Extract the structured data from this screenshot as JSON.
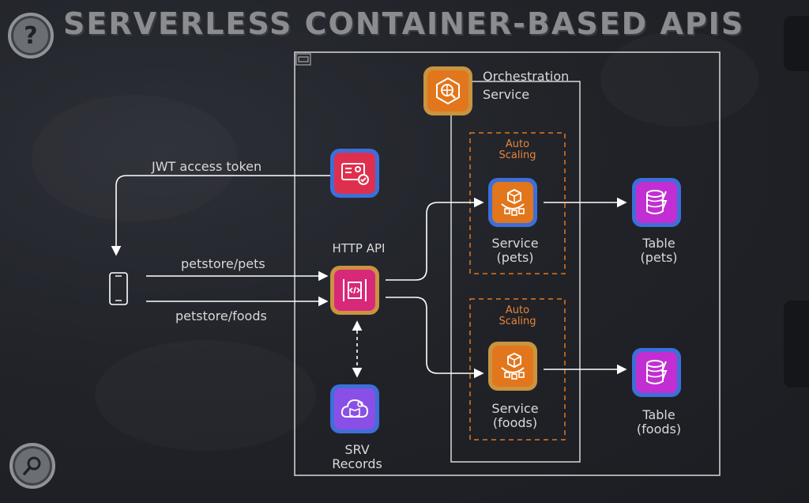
{
  "title": "SERVERLESS CONTAINER-BASED APIS",
  "help_glyph": "?",
  "labels": {
    "jwt": "JWT access token",
    "pets_path": "petstore/pets",
    "foods_path": "petstore/foods",
    "http_api": "HTTP API",
    "orchestration": "Orchestration\nService",
    "auto_scaling_1": "Auto\nScaling",
    "auto_scaling_2": "Auto\nScaling",
    "service_pets": "Service\n(pets)",
    "service_foods": "Service\n(foods)",
    "table_pets": "Table\n(pets)",
    "table_foods": "Table\n(foods)",
    "srv_records": "SRV\nRecords"
  },
  "colors": {
    "orange": "#e2761c",
    "pink": "#d8287a",
    "red": "#df2f4e",
    "purple": "#c12fd2",
    "violet": "#8a4fe6",
    "ring_blue": "#3d6fd8",
    "ring_gold": "#c99440"
  },
  "icons": {
    "help": "question-mark-icon",
    "search": "magnifier-icon",
    "identity": "id-card-icon",
    "api": "api-gateway-icon",
    "orchestration": "globe-search-icon",
    "service": "container-service-icon",
    "table": "database-lightning-icon",
    "srv": "cloud-map-icon",
    "client": "smartphone-icon"
  }
}
